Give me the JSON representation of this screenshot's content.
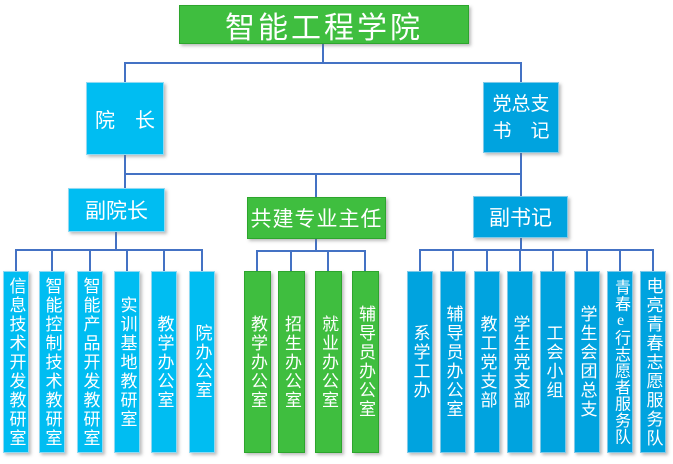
{
  "diagram": {
    "title": "智能工程学院",
    "level2": {
      "dean": "院　长",
      "party_secretary_line1": "党总支",
      "party_secretary_line2": "书　记"
    },
    "level3": {
      "vice_dean": "副院长",
      "joint_major_director": "共建专业主任",
      "deputy_secretary": "副书记"
    },
    "left_group": [
      "信息技术开发教研室",
      "智能控制技术教研室",
      "智能产品开发教研室",
      "实训基地教研室",
      "教学办公室",
      "院办公室"
    ],
    "middle_group": [
      "教学办公室",
      "招生办公室",
      "就业办公室",
      "辅导员办公室"
    ],
    "right_group": [
      "系学工办",
      "辅导员办公室",
      "教工党支部",
      "学生党支部",
      "工会小组",
      "学生会团总支",
      "青春e行志愿者服务队",
      "电亮青春志愿服务队"
    ]
  },
  "colors": {
    "green": "#3FBE3F",
    "cyan_bright": "#00BDF2",
    "cyan_deep": "#00A3DF",
    "connector_blue": "#4472C4",
    "text_white": "#FFFFFF"
  }
}
